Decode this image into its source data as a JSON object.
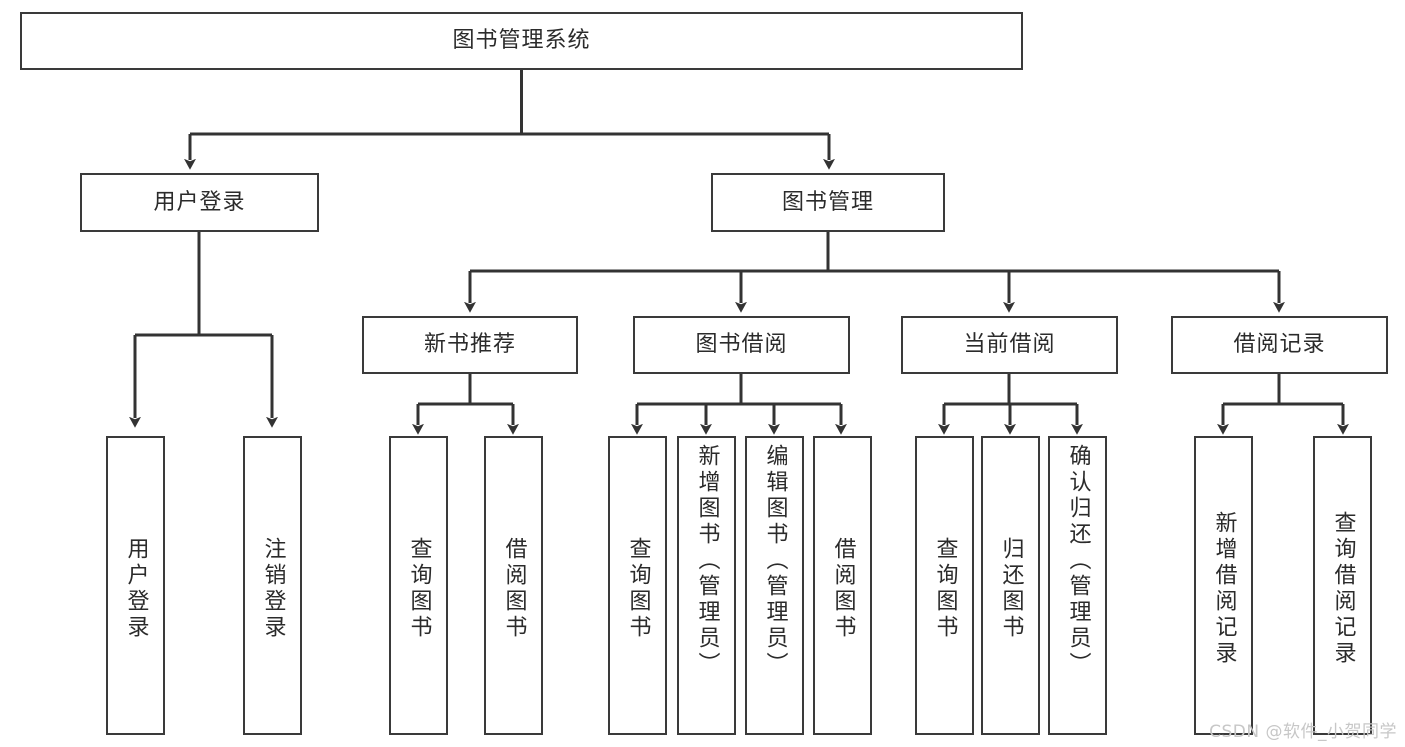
{
  "diagram": {
    "title": "图书管理系统",
    "type": "hierarchy-tree",
    "root": {
      "label": "图书管理系统"
    },
    "level2": [
      {
        "label": "用户登录"
      },
      {
        "label": "图书管理"
      }
    ],
    "level3": [
      {
        "label": "新书推荐"
      },
      {
        "label": "图书借阅"
      },
      {
        "label": "当前借阅"
      },
      {
        "label": "借阅记录"
      }
    ],
    "leaves": {
      "user_login": [
        {
          "label": "用户登录"
        },
        {
          "label": "注销登录"
        }
      ],
      "new_book_recommend": [
        {
          "label": "查询图书"
        },
        {
          "label": "借阅图书"
        }
      ],
      "book_borrow": [
        {
          "label": "查询图书"
        },
        {
          "label": "新增图书（管理员）"
        },
        {
          "label": "编辑图书（管理员）"
        },
        {
          "label": "借阅图书"
        }
      ],
      "current_borrow": [
        {
          "label": "查询图书"
        },
        {
          "label": "归还图书"
        },
        {
          "label": "确认归还（管理员）"
        }
      ],
      "borrow_record": [
        {
          "label": "新增借阅记录"
        },
        {
          "label": "查询借阅记录"
        }
      ]
    }
  },
  "watermark": {
    "text": "CSDN @软件_小贺同学"
  },
  "colors": {
    "box_border": "#3a3a3a",
    "box_fill": "#ffffff",
    "connector": "#333333",
    "text": "#2b2b2b",
    "watermark": "#c7c7c7"
  }
}
